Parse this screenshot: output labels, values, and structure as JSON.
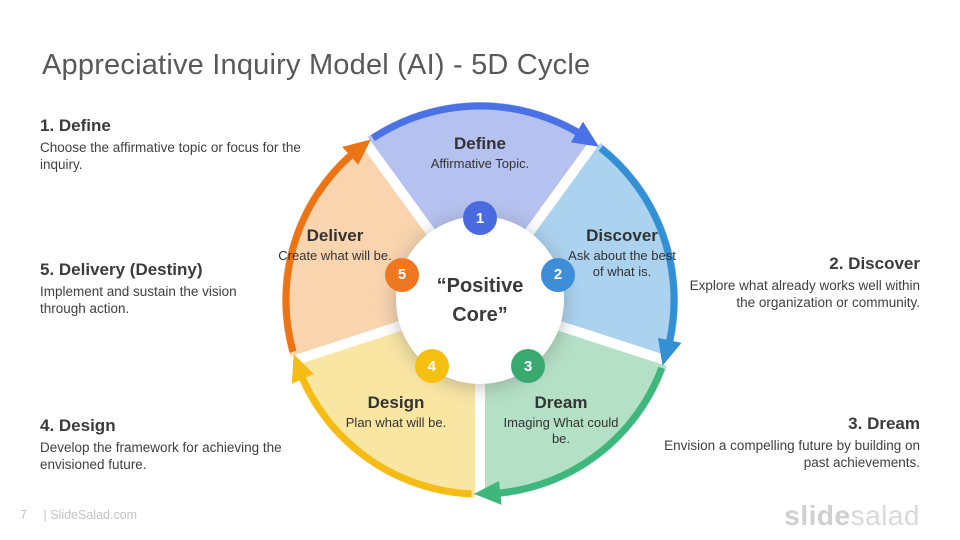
{
  "slide": {
    "title": "Appreciative Inquiry Model (AI) - 5D Cycle",
    "footer": {
      "page_number": "7",
      "site_label": "| SlideSalad.com",
      "brand_bold": "slide",
      "brand_light": "salad"
    }
  },
  "wheel": {
    "center_label": "“Positive Core”",
    "segments": [
      {
        "name": "Define",
        "subtitle": "Affirmative Topic.",
        "number": "1",
        "start": -36,
        "end": 36,
        "fill": "#b5c1ef",
        "accent": "#4a71e6",
        "badge": "#4a6be0"
      },
      {
        "name": "Discover",
        "subtitle": "Ask about the best of what is.",
        "number": "2",
        "start": 36,
        "end": 108,
        "fill": "#abd2ef",
        "accent": "#3390d4",
        "badge": "#3d8ed6"
      },
      {
        "name": "Dream",
        "subtitle": "Imaging What could be.",
        "number": "3",
        "start": 108,
        "end": 180,
        "fill": "#b4e0c6",
        "accent": "#3db77c",
        "badge": "#3aa96f"
      },
      {
        "name": "Design",
        "subtitle": "Plan what will be.",
        "number": "4",
        "start": 180,
        "end": 252,
        "fill": "#fae6a3",
        "accent": "#f4bc14",
        "badge": "#f6c013"
      },
      {
        "name": "Deliver",
        "subtitle": "Create what will be.",
        "number": "5",
        "start": 252,
        "end": 324,
        "fill": "#f9d4ae",
        "accent": "#ed7414",
        "badge": "#ee7722"
      }
    ]
  },
  "annotations": [
    {
      "heading": "1. Define",
      "body": "Choose the affirmative topic or focus for the inquiry."
    },
    {
      "heading": "2. Discover",
      "body": "Explore what already works well within the organization or community."
    },
    {
      "heading": "3. Dream",
      "body": "Envision a compelling future by building on past achievements."
    },
    {
      "heading": "4. Design",
      "body": "Develop the framework for achieving the envisioned future."
    },
    {
      "heading": "5. Delivery (Destiny)",
      "body": "Implement and sustain the vision through action."
    }
  ]
}
